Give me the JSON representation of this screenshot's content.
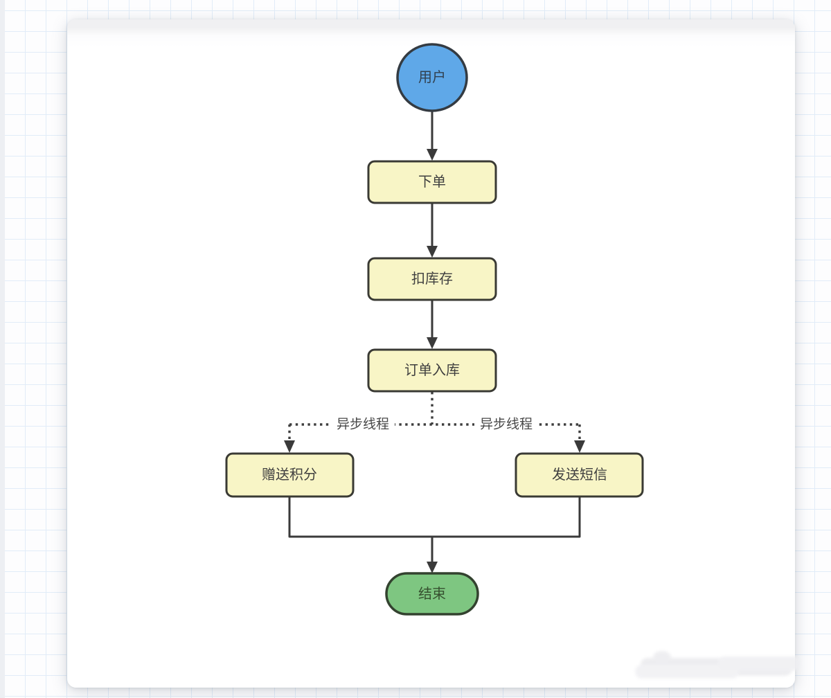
{
  "page": {
    "background_color": "#fdfdfe",
    "grid_color": "#e1ecf8",
    "left_strip_color": "#edeff3",
    "canvas_color": "#ffffff"
  },
  "diagram": {
    "stroke_color": "#3a3a3a",
    "nodes": [
      {
        "id": "user",
        "label": "用户",
        "shape": "ellipse",
        "fill": "#5FA8E8"
      },
      {
        "id": "place-order",
        "label": "下单",
        "shape": "rect",
        "fill": "#F8F5C6"
      },
      {
        "id": "deduct-stock",
        "label": "扣库存",
        "shape": "rect",
        "fill": "#F8F5C6"
      },
      {
        "id": "order-save",
        "label": "订单入库",
        "shape": "rect",
        "fill": "#F8F5C6"
      },
      {
        "id": "give-points",
        "label": "赠送积分",
        "shape": "rect",
        "fill": "#F8F5C6"
      },
      {
        "id": "send-sms",
        "label": "发送短信",
        "shape": "rect",
        "fill": "#F8F5C6"
      },
      {
        "id": "end",
        "label": "结束",
        "shape": "stadium",
        "fill": "#7EC681"
      }
    ],
    "edge_labels": [
      {
        "id": "async-thread-left",
        "text": "异步线程"
      },
      {
        "id": "async-thread-right",
        "text": "异步线程"
      }
    ]
  }
}
